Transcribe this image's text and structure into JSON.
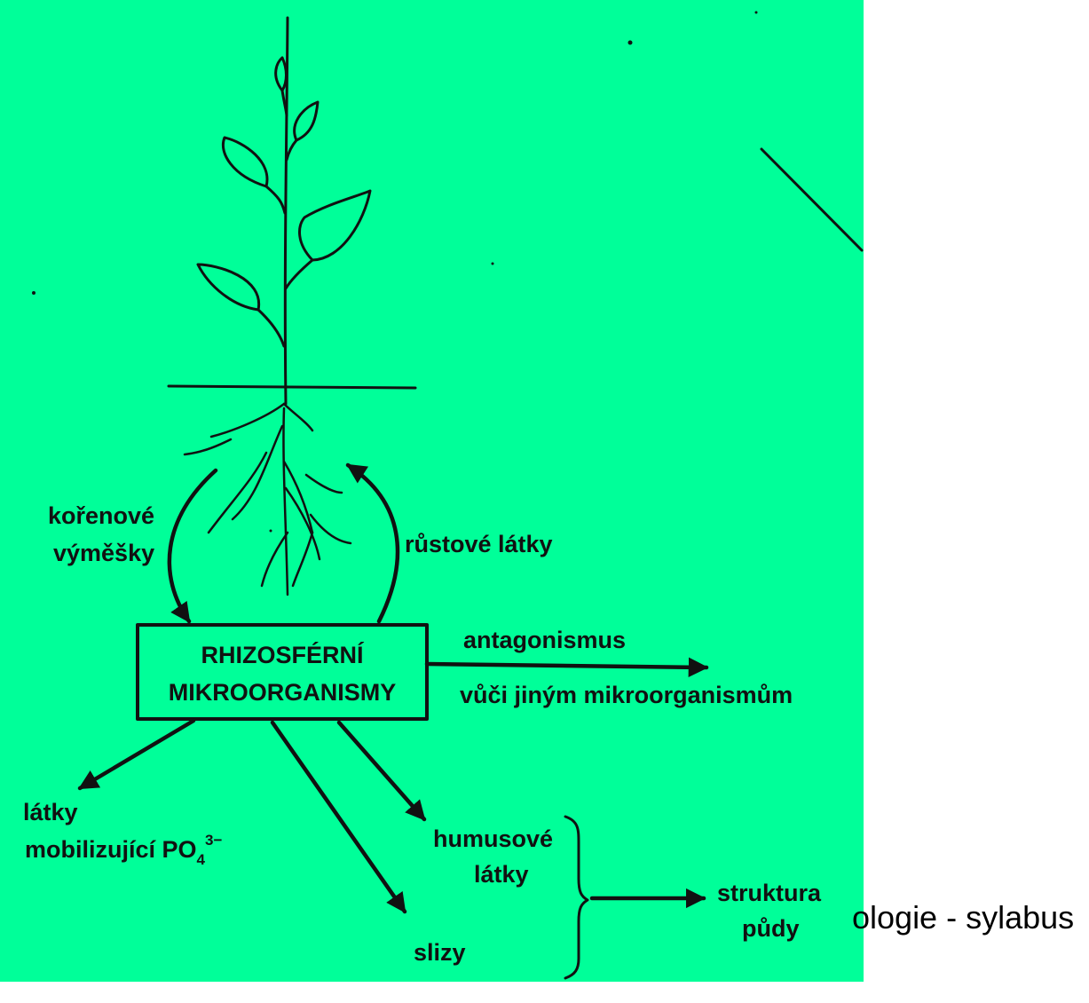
{
  "colors": {
    "panel": "#00ff99",
    "ink": "#111111",
    "page": "#ffffff"
  },
  "diagram": {
    "center_box": {
      "line1": "RHIZOSFÉRNÍ",
      "line2": "MIKROORGANISMY"
    },
    "left_arc_label": {
      "line1": "kořenové",
      "line2": "výměšky"
    },
    "right_arc_label": "růstové látky",
    "antagonism": {
      "line1": "antagonismus",
      "line2": "vůči jiným mikroorganismům"
    },
    "phosphate": {
      "line1": "látky",
      "line2_prefix": "mobilizující PO",
      "subscript": "4",
      "superscript": "3−"
    },
    "humus": {
      "line1": "humusové",
      "line2": "látky"
    },
    "mucus": "slizy",
    "soil": {
      "line1": "struktura",
      "line2": "půdy"
    }
  },
  "caption_fragment": "ologie - sylabus"
}
